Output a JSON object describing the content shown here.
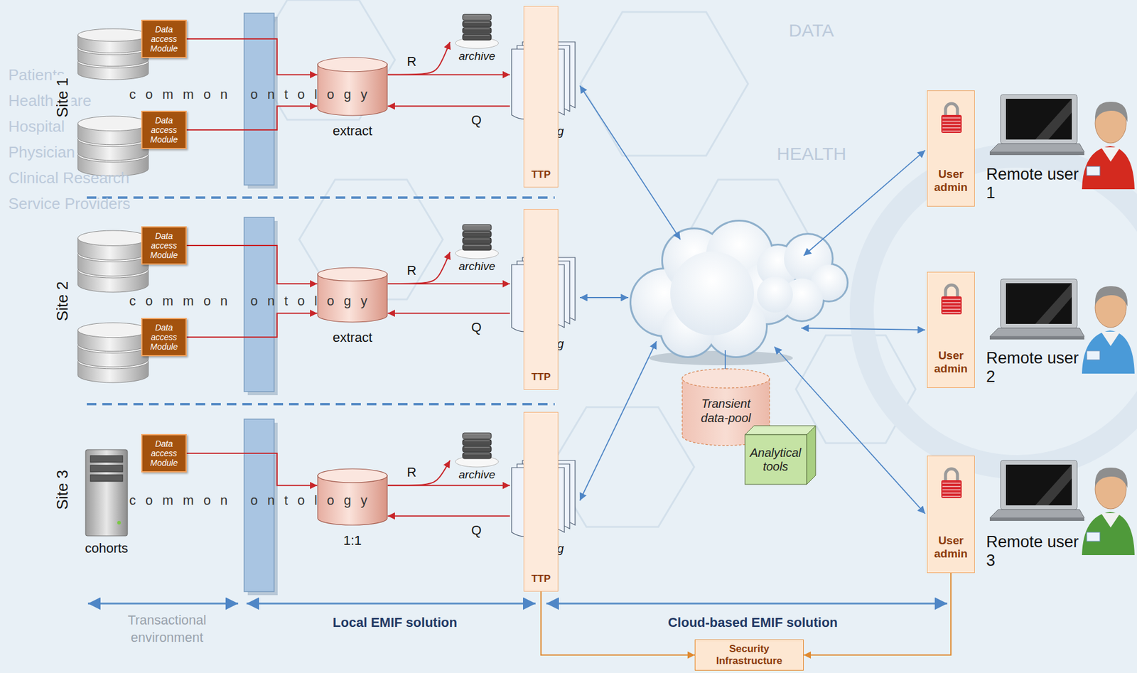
{
  "diagram": {
    "nodes": [
      {
        "text": [
          "Data access Module"
        ]
      },
      {
        "text": [
          "Data access Module"
        ]
      },
      {
        "text": [
          "archive"
        ]
      },
      {
        "text": [
          "extract"
        ]
      },
      {
        "text": [
          "catalog"
        ]
      },
      {
        "text": [
          "TTP"
        ]
      },
      {
        "text": [
          "User admin"
        ]
      },
      {
        "text": [
          "Data access Module"
        ]
      },
      {
        "text": [
          "Data access Module"
        ]
      },
      {
        "text": [
          "archive"
        ]
      },
      {
        "text": [
          "extract"
        ]
      },
      {
        "text": [
          "catalog"
        ]
      },
      {
        "text": [
          "TTP"
        ]
      },
      {
        "text": [
          "User admin"
        ]
      },
      {
        "text": [
          "Transient data-pool"
        ]
      },
      {
        "text": [
          "Analytical tools"
        ]
      },
      {
        "text": [
          "Data access Module"
        ]
      },
      {
        "text": [
          "cohorts"
        ]
      },
      {
        "text": [
          "archive"
        ]
      },
      {
        "text": [
          "1:1"
        ]
      },
      {
        "text": [
          "catalog"
        ]
      },
      {
        "text": [
          "TTP"
        ]
      },
      {
        "text": [
          "User admin"
        ]
      },
      {
        "text": [
          "Security Infrastructure"
        ]
      }
    ],
    "edges": [
      {
        "from": 0,
        "to": 3,
        "arrow": "to"
      },
      {
        "from": 1,
        "to": 3,
        "arrow": "to"
      },
      {
        "from": 3,
        "to": 4,
        "label": "R",
        "arrow": "to"
      },
      {
        "from": 4,
        "to": 3,
        "label": "Q",
        "arrow": "to"
      },
      {
        "from": 3,
        "to": 2,
        "arrow": "to"
      },
      {
        "from": 7,
        "to": 10,
        "arrow": "to"
      },
      {
        "from": 8,
        "to": 10,
        "arrow": "to"
      },
      {
        "from": 10,
        "to": 11,
        "label": "R",
        "arrow": "to"
      },
      {
        "from": 11,
        "to": 10,
        "label": "Q",
        "arrow": "to"
      },
      {
        "from": 10,
        "to": 9,
        "arrow": "to"
      },
      {
        "from": 16,
        "to": 19,
        "arrow": "to"
      },
      {
        "from": 19,
        "to": 20,
        "label": "R",
        "arrow": "to"
      },
      {
        "from": 20,
        "to": 19,
        "label": "Q",
        "arrow": "to"
      },
      {
        "from": 19,
        "to": 18,
        "arrow": "to"
      },
      {
        "from": 21,
        "to": 23,
        "arrow": "to"
      },
      {
        "from": 22,
        "to": 23,
        "arrow": "to"
      }
    ],
    "labels": [
      "Patients",
      "Health Care",
      "Hospital",
      "Physician",
      "Clinical Research",
      "Service Providers",
      "DATA",
      "HEALTH",
      "Site 1",
      "common ontology",
      "Remote user 1",
      "Site 2",
      "common ontology",
      "Remote user 2",
      "Site 3",
      "common ontology",
      "Remote user 3",
      "Transactional environment",
      "Local EMIF solution",
      "Cloud-based EMIF solution"
    ]
  }
}
